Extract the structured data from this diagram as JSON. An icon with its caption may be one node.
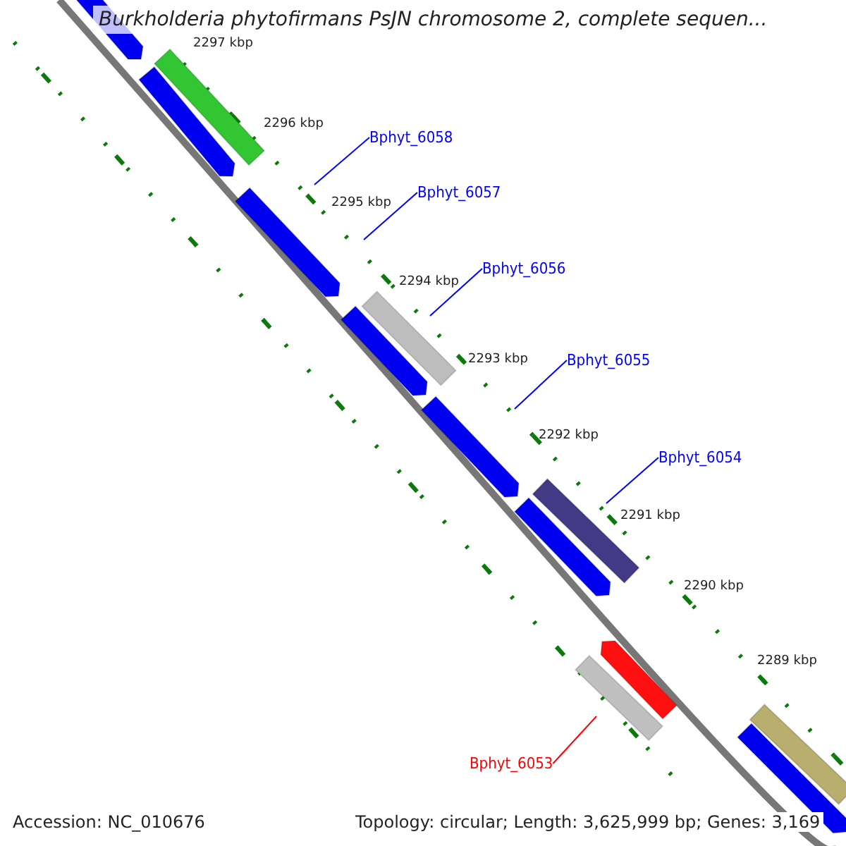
{
  "diagram": {
    "title": "Burkholderia phytofirmans PsJN chromosome 2, complete sequen...",
    "nodes": [
      {
        "text": [
          "Bphyt_6058"
        ]
      },
      {
        "text": [
          "Bphyt_6057"
        ]
      },
      {
        "text": [
          "Bphyt_6056"
        ]
      },
      {
        "text": [
          "Bphyt_6055"
        ]
      },
      {
        "text": [
          "Bphyt_6054"
        ]
      },
      {
        "text": [
          "Bphyt_6053"
        ]
      }
    ],
    "edges": [
      {
        "from": 0,
        "to": null,
        "arrow": "none"
      },
      {
        "from": 1,
        "to": null,
        "arrow": "none"
      },
      {
        "from": 2,
        "to": null,
        "arrow": "none"
      },
      {
        "from": 3,
        "to": null,
        "arrow": "none"
      },
      {
        "from": 4,
        "to": null,
        "arrow": "none"
      },
      {
        "from": 5,
        "to": null,
        "arrow": "none",
        "color": "#ff0000"
      }
    ],
    "labels": [
      "2297 kbp",
      "2296 kbp",
      "2295 kbp",
      "2294 kbp",
      "2293 kbp",
      "2292 kbp",
      "2291 kbp",
      "2290 kbp",
      "2289 kbp",
      "Accession: NC_010676",
      "Topology: circular; Length: 3,625,999 bp; Genes: 3,169"
    ]
  }
}
